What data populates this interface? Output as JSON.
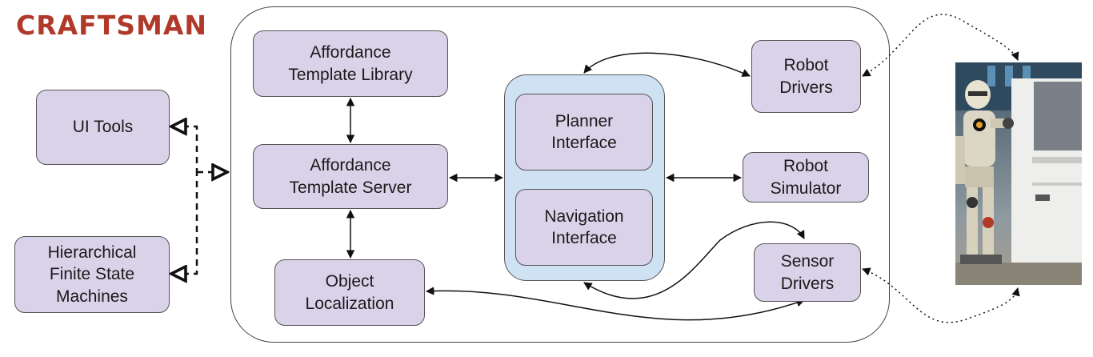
{
  "logo": {
    "text": "CRAFTSMAN",
    "color": "#b0392a"
  },
  "boxes": {
    "ui_tools": "UI Tools",
    "hfsm": "Hierarchical\nFinite State\nMachines",
    "at_library": "Affordance\nTemplate Library",
    "at_server": "Affordance\nTemplate Server",
    "object_localization": "Object\nLocalization",
    "planner_interface": "Planner\nInterface",
    "navigation_interface": "Navigation\nInterface",
    "robot_drivers": "Robot\nDrivers",
    "robot_simulator": "Robot\nSimulator",
    "sensor_drivers": "Sensor\nDrivers"
  },
  "colors": {
    "box_fill": "#d9d2e9",
    "group_fill": "#cfe2f3",
    "logo": "#b0392a"
  },
  "photo": {
    "subject": "humanoid robot beside white pickup truck"
  }
}
